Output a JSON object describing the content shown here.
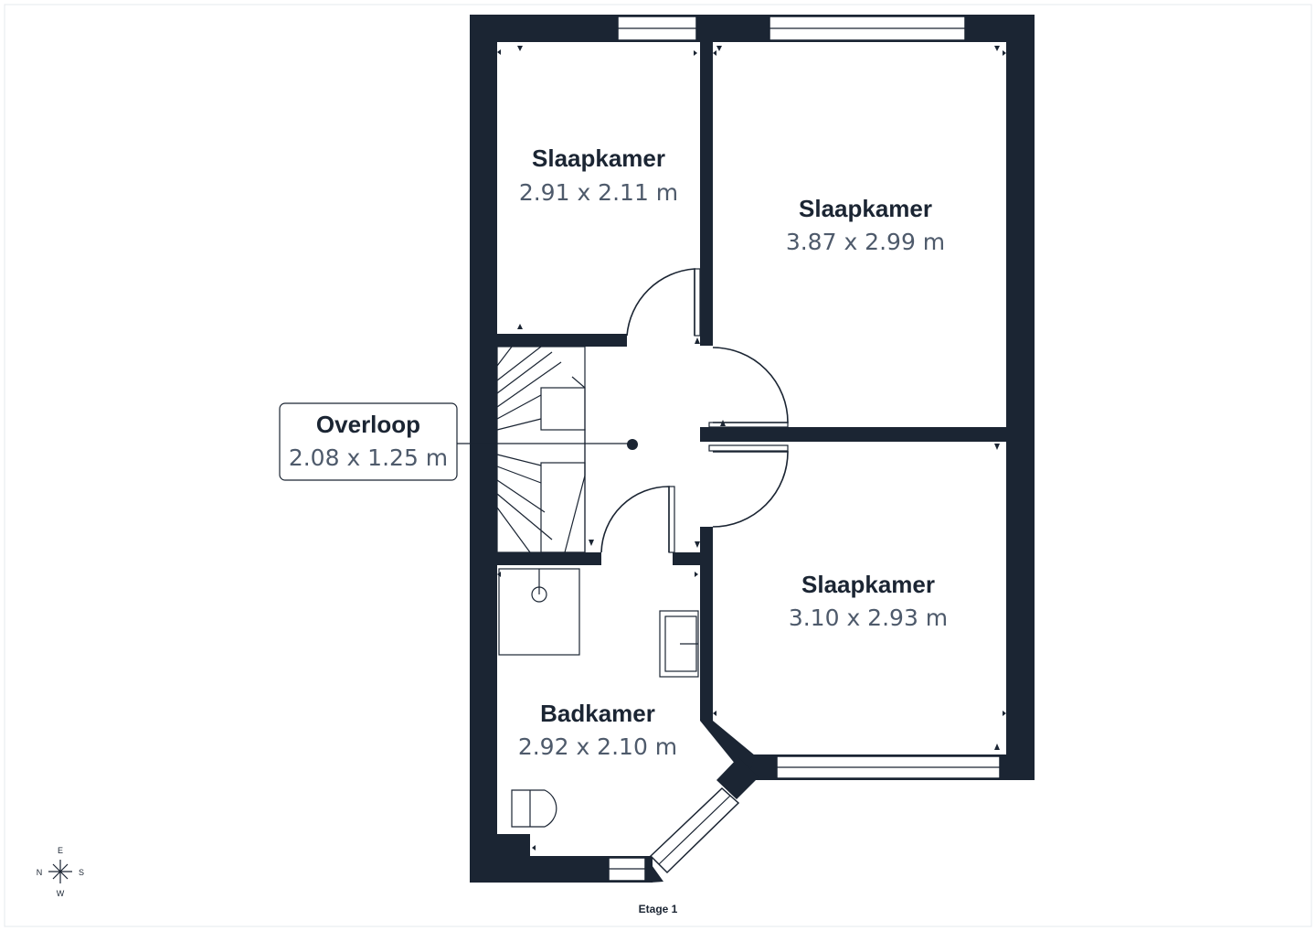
{
  "rooms": [
    {
      "name": "Slaapkamer",
      "dims": "2.91 x 2.11 m"
    },
    {
      "name": "Slaapkamer",
      "dims": "3.87 x 2.99 m"
    },
    {
      "name": "Overloop",
      "dims": "2.08 x 1.25 m"
    },
    {
      "name": "Slaapkamer",
      "dims": "3.10 x 2.93 m"
    },
    {
      "name": "Badkamer",
      "dims": "2.92 x 2.10 m"
    }
  ],
  "compass": {
    "north": "N",
    "east": "E",
    "south": "S",
    "west": "W"
  },
  "floor_label": "Etage 1",
  "colors": {
    "wall": "#1b2533",
    "dimension_text": "#4e5a6b",
    "background": "#ffffff"
  }
}
